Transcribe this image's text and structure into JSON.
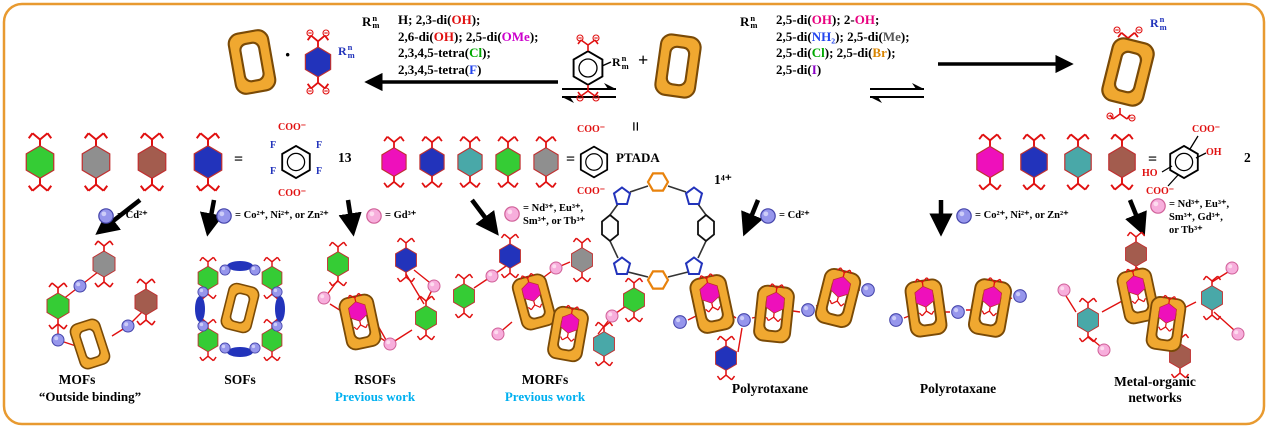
{
  "figure": {
    "type": "reaction-scheme"
  },
  "palette": {
    "ring_orange": "#F0A830",
    "ring_edge": "#7A4A06",
    "arm_red": "#E01010",
    "magenta": "#EE10BB",
    "blue": "#2233BB",
    "green": "#35CC35",
    "teal": "#49A8A8",
    "gray": "#8F8F8F",
    "brown": "#A35C4E",
    "sphere_blue": "#9696EC",
    "sphere_pink": "#F7AEDC",
    "cyan_note": "#00B0F0",
    "border": "#E89A30",
    "macrocycle_orange": "#E8820C"
  },
  "symbols": {
    "dot": "·",
    "plus": "+",
    "equals": "=",
    "circled_minus": "⊖"
  },
  "r_group": {
    "base": "R",
    "sup": "n",
    "sub": "m"
  },
  "substituent_lists": {
    "left": {
      "lines": [
        [
          {
            "t": "H;  2,3-di(",
            "c": "#000000"
          },
          {
            "t": "OH",
            "c": "#E01010"
          },
          {
            "t": ");",
            "c": "#000000"
          }
        ],
        [
          {
            "t": "2,6-di(",
            "c": "#000000"
          },
          {
            "t": "OH",
            "c": "#E01010"
          },
          {
            "t": "); 2,5-di(",
            "c": "#000000"
          },
          {
            "t": "OMe",
            "c": "#CC00CC"
          },
          {
            "t": ");",
            "c": "#000000"
          }
        ],
        [
          {
            "t": "2,3,4,5-tetra(",
            "c": "#000000"
          },
          {
            "t": "Cl",
            "c": "#00A800"
          },
          {
            "t": ");",
            "c": "#000000"
          }
        ],
        [
          {
            "t": "2,3,4,5-tetra(",
            "c": "#000000"
          },
          {
            "t": "F",
            "c": "#2244EE"
          },
          {
            "t": ")",
            "c": "#000000"
          }
        ]
      ]
    },
    "right": {
      "lines": [
        [
          {
            "t": "2,5-di(",
            "c": "#000000"
          },
          {
            "t": "OH",
            "c": "#E8007F"
          },
          {
            "t": "); 2-",
            "c": "#000000"
          },
          {
            "t": "OH",
            "c": "#E8007F"
          },
          {
            "t": ";",
            "c": "#000000"
          }
        ],
        [
          {
            "t": "2,5-di(",
            "c": "#000000"
          },
          {
            "t": "NH₂",
            "c": "#2244EE"
          },
          {
            "t": "); 2,5-di(",
            "c": "#000000"
          },
          {
            "t": "Me",
            "c": "#555555"
          },
          {
            "t": ");",
            "c": "#000000"
          }
        ],
        [
          {
            "t": "2,5-di(",
            "c": "#000000"
          },
          {
            "t": "Cl",
            "c": "#00A800"
          },
          {
            "t": "); 2,5-di(",
            "c": "#000000"
          },
          {
            "t": "Br",
            "c": "#D98400"
          },
          {
            "t": ");",
            "c": "#000000"
          }
        ],
        [
          {
            "t": "2,5-di(",
            "c": "#000000"
          },
          {
            "t": "I",
            "c": "#8A00C4"
          },
          {
            "t": ")",
            "c": "#000000"
          }
        ]
      ]
    }
  },
  "structures": {
    "coo": "COO⁻",
    "f": "F",
    "oh": "OH",
    "ho": "HO",
    "compound_13": "13",
    "ptada": "PTADA",
    "compound_2": "2",
    "macrocycle": "1⁴⁺"
  },
  "metal_legends": {
    "left": [
      {
        "sphere": "blue",
        "lines": [
          "= Cd²⁺"
        ]
      },
      {
        "sphere": "blue",
        "lines": [
          "= Co²⁺, Ni²⁺, or Zn²⁺"
        ]
      },
      {
        "sphere": "pink",
        "lines": [
          "= Gd³⁺"
        ]
      },
      {
        "sphere": "pink",
        "lines": [
          "= Nd³⁺, Eu³⁺,",
          "Sm³⁺, or Tb³⁺"
        ]
      }
    ],
    "right": [
      {
        "sphere": "blue",
        "lines": [
          "= Cd²⁺"
        ]
      },
      {
        "sphere": "blue",
        "lines": [
          "= Co²⁺, Ni²⁺, or Zn²⁺"
        ]
      },
      {
        "sphere": "pink",
        "lines": [
          "= Nd³⁺, Eu³⁺,",
          "Sm³⁺, Gd³⁺,",
          "or Tb³⁺"
        ]
      }
    ]
  },
  "products": [
    {
      "label": "MOFs",
      "sublabel": "“Outside binding”"
    },
    {
      "label": "SOFs",
      "sublabel": ""
    },
    {
      "label": "RSOFs",
      "sublabel": "Previous work"
    },
    {
      "label": "MORFs",
      "sublabel": "Previous work"
    },
    {
      "label": "Polyrotaxane",
      "sublabel": ""
    },
    {
      "label": "Polyrotaxane",
      "sublabel": ""
    },
    {
      "label": "Metal-organic",
      "sublabel": "networks"
    }
  ]
}
